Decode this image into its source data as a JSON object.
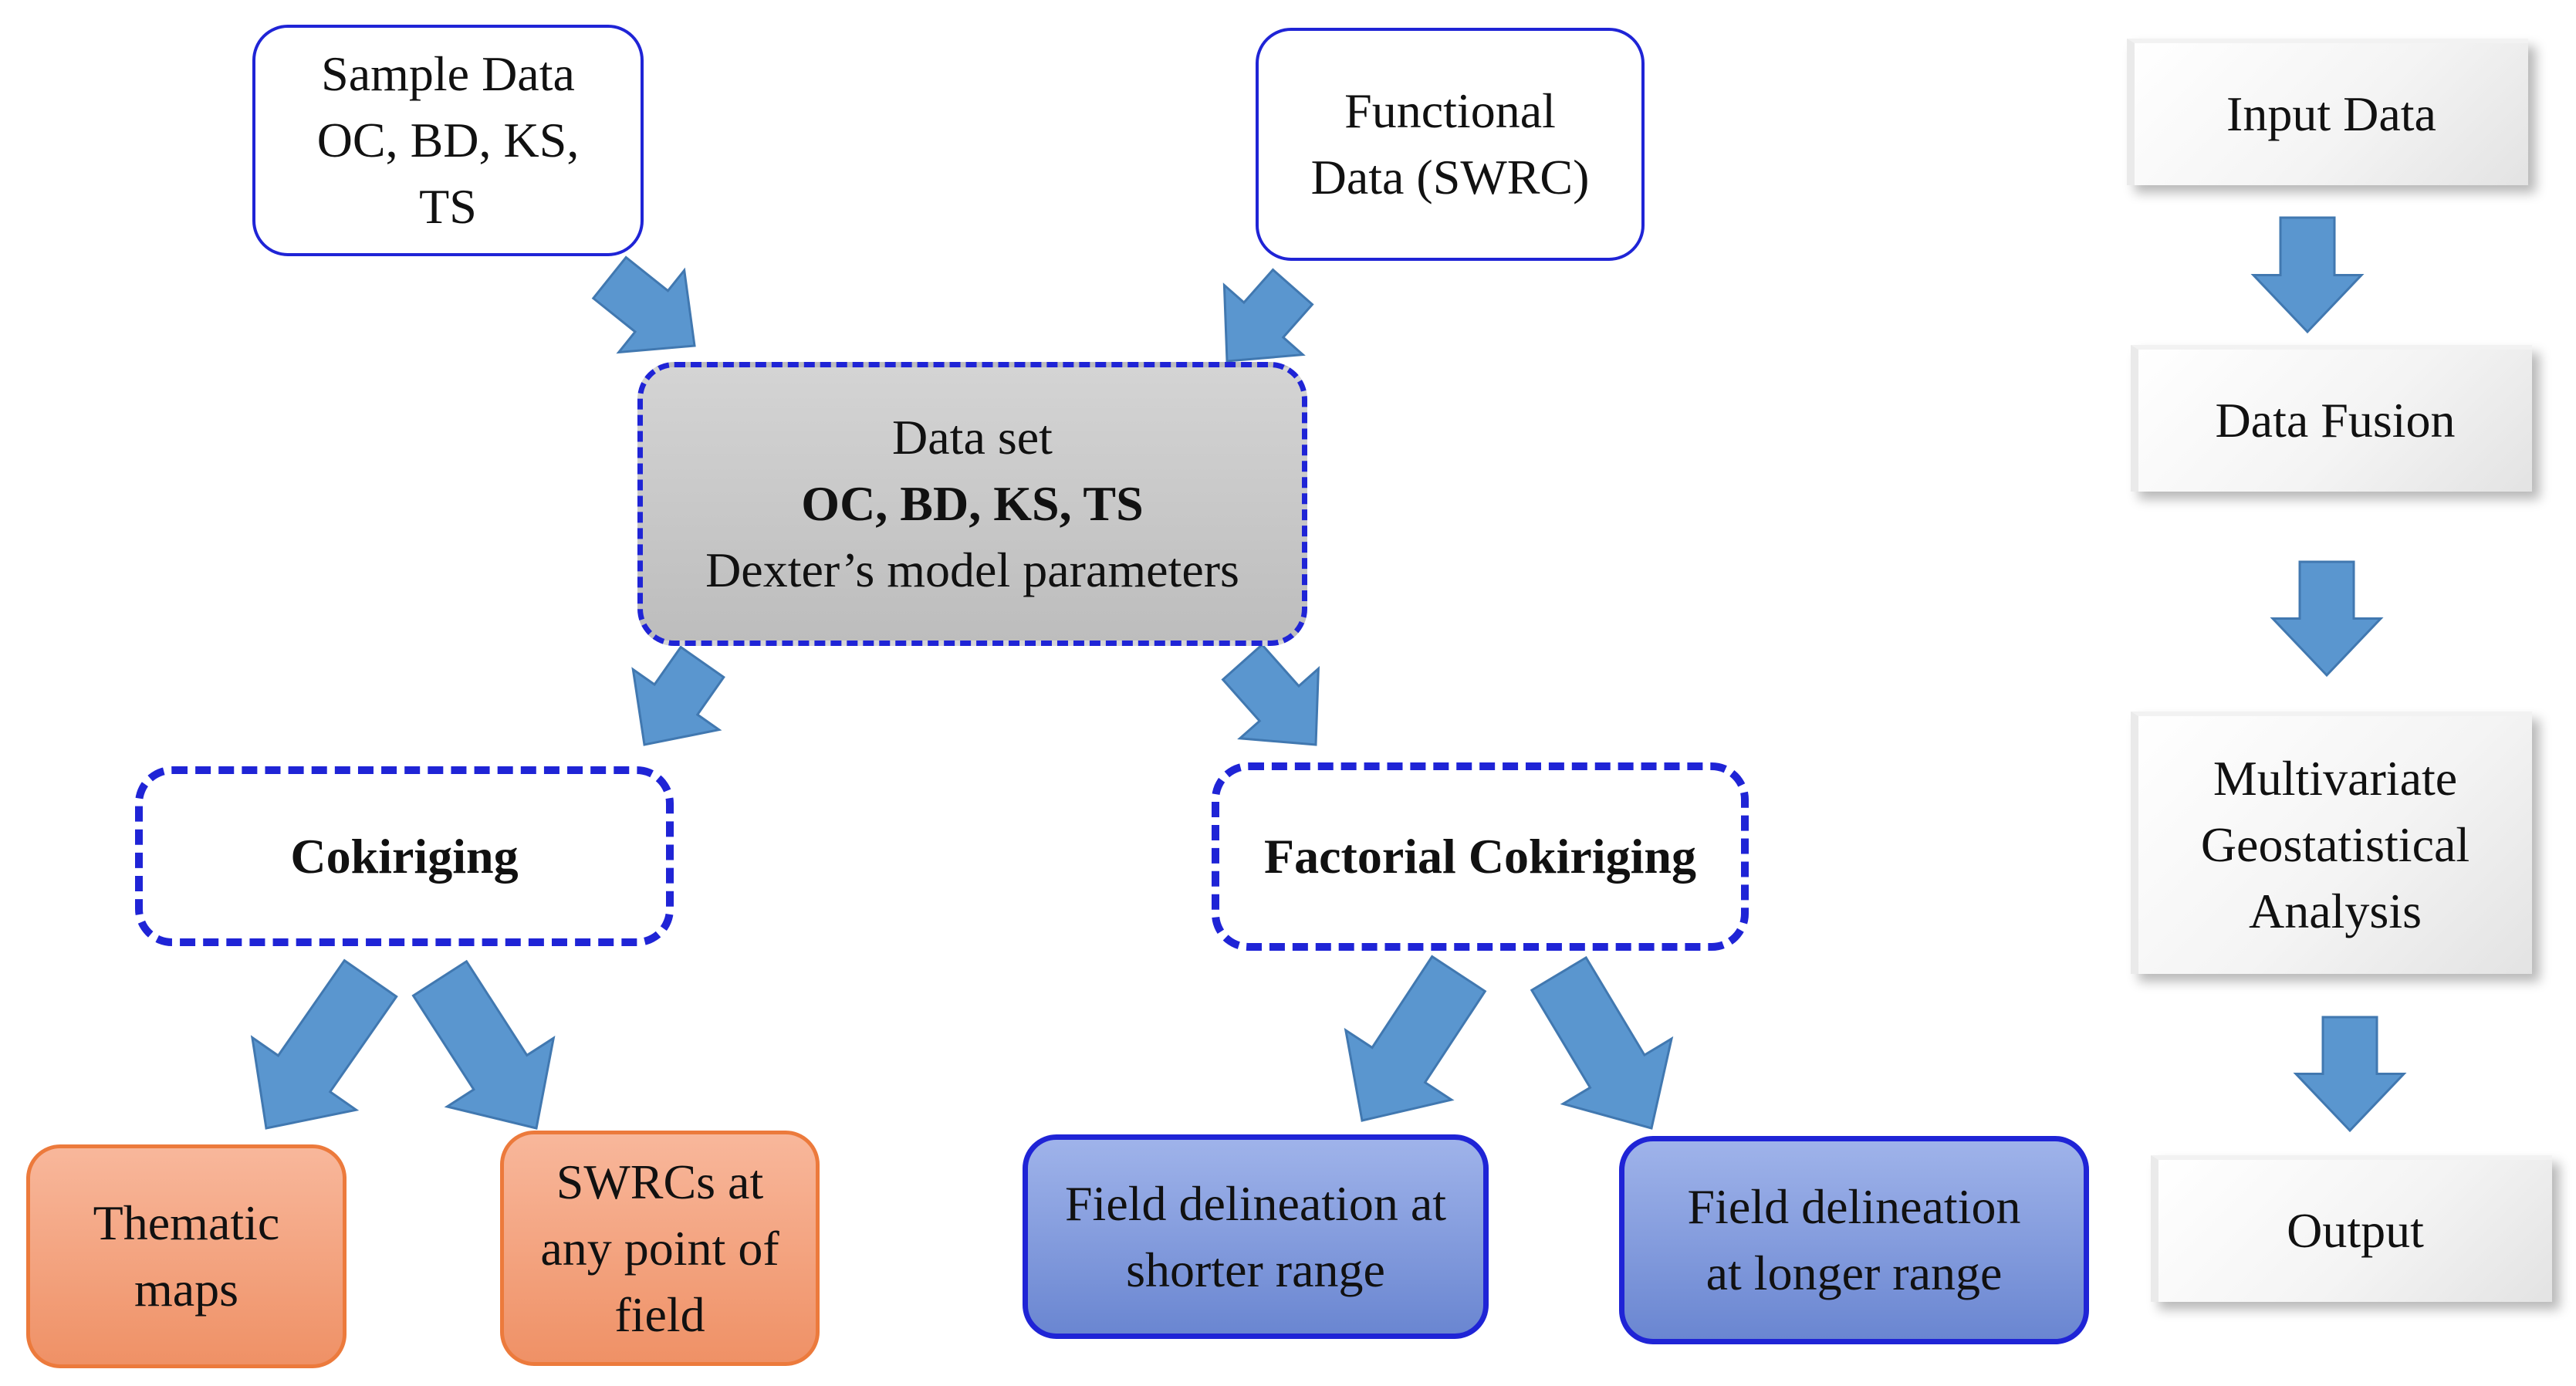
{
  "sample_data": {
    "lines": [
      "Sample Data",
      "OC, BD, KS,",
      "TS"
    ]
  },
  "functional_data": {
    "lines": [
      "Functional",
      "Data (SWRC)"
    ]
  },
  "dataset": {
    "line1": "Data set",
    "line2": "OC, BD, KS, TS",
    "line3": "Dexter’s model parameters"
  },
  "cokriging": {
    "label": "Cokiriging"
  },
  "factorial_cokriging": {
    "label": "Factorial Cokiriging"
  },
  "outputs": {
    "thematic_maps": [
      "Thematic",
      "maps"
    ],
    "swrcs": [
      "SWRCs at",
      "any point of",
      "field"
    ],
    "field_short": [
      "Field delineation at",
      "shorter range"
    ],
    "field_long": [
      "Field delineation",
      "at longer range"
    ]
  },
  "legend": {
    "steps": [
      {
        "label": "Input Data"
      },
      {
        "label": "Data Fusion"
      },
      {
        "lines": [
          "Multivariate",
          "Geostatistical",
          "Analysis"
        ]
      },
      {
        "label": "Output"
      }
    ]
  },
  "colors": {
    "arrow_fill": "#5a96cf",
    "arrow_stroke": "#4178b0",
    "border_blue": "#1f24d6",
    "orange_fill": "#f3a07a",
    "orange_border": "#ec7a3c",
    "blue_fill": "#7e97dc",
    "dataset_fill": "#c8c8c8"
  }
}
